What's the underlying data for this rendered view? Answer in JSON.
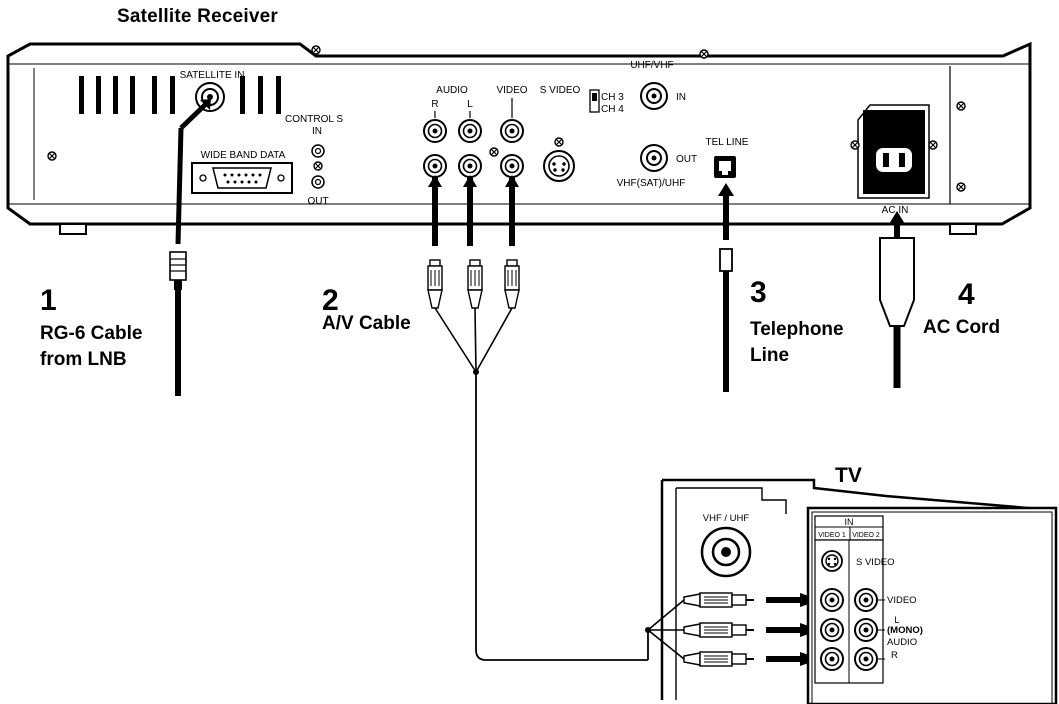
{
  "title": "Satellite Receiver",
  "receiver": {
    "satellite_in": "SATELLITE IN",
    "control_s": "CONTROL S",
    "control_s_in": "IN",
    "control_s_out": "OUT",
    "wide_band_data": "WIDE BAND DATA",
    "audio": "AUDIO",
    "audio_r": "R",
    "audio_l": "L",
    "video": "VIDEO",
    "s_video": "S VIDEO",
    "ch3": "CH 3",
    "ch4": "CH 4",
    "uhf_vhf": "UHF/VHF",
    "in": "IN",
    "out": "OUT",
    "vhf_sat_uhf": "VHF(SAT)/UHF",
    "tel_line": "TEL LINE",
    "ac_in": "AC IN"
  },
  "steps": [
    {
      "number": "1",
      "line1": "RG-6 Cable",
      "line2": "from LNB"
    },
    {
      "number": "2",
      "line1": "A/V Cable",
      "line2": ""
    },
    {
      "number": "3",
      "line1": "Telephone",
      "line2": "Line"
    },
    {
      "number": "4",
      "line1": "AC Cord",
      "line2": ""
    }
  ],
  "tv": {
    "title": "TV",
    "vhf_uhf": "VHF / UHF",
    "in": "IN",
    "video1": "VIDEO 1",
    "video2": "VIDEO 2",
    "s_video": "S VIDEO",
    "video": "VIDEO",
    "l": "L",
    "mono": "(MONO)",
    "audio": "AUDIO",
    "r": "R"
  }
}
